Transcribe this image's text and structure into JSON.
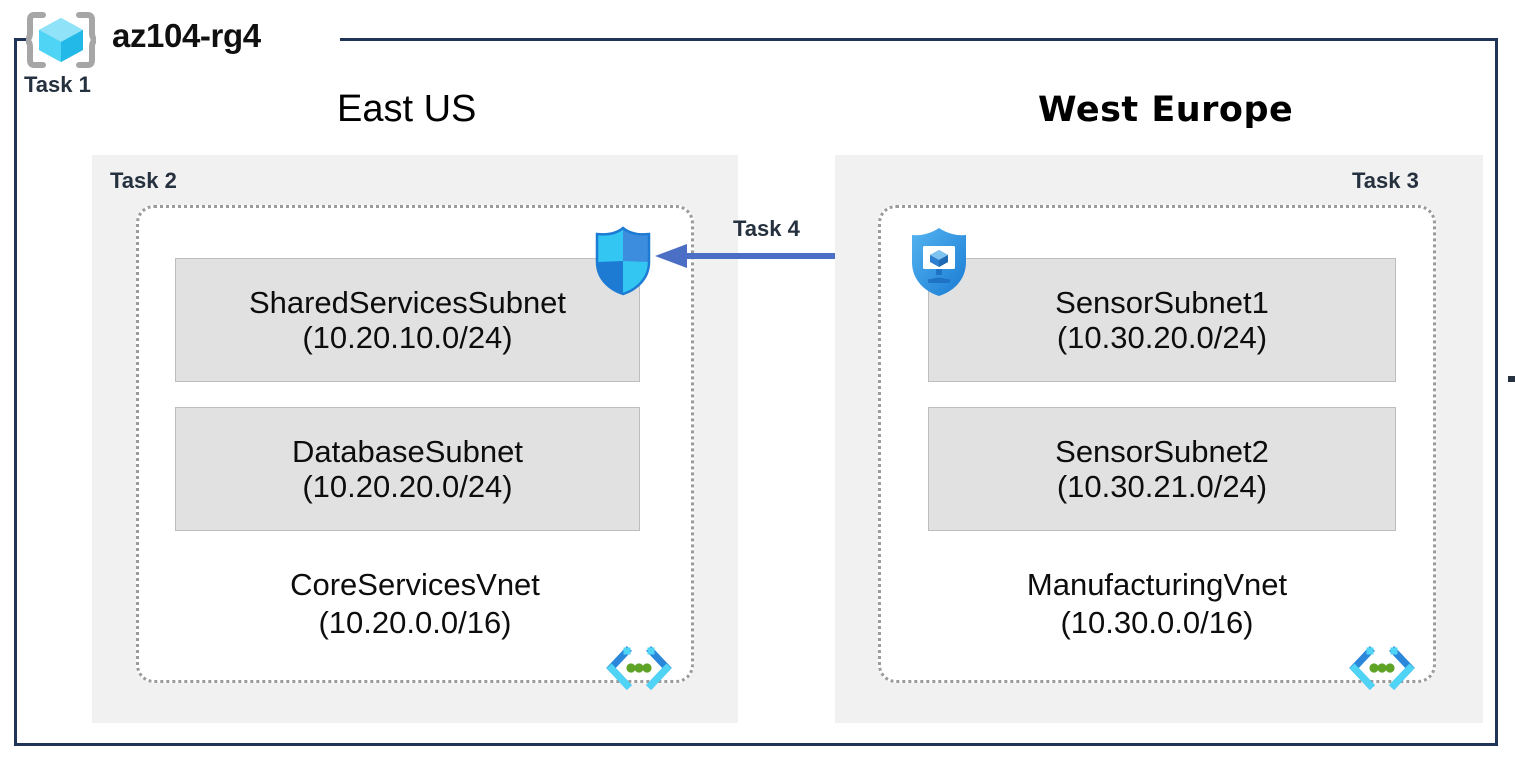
{
  "resource_group": {
    "name": "az104-rg4",
    "icon": "resource-group-cube-icon",
    "task_label": "Task 1",
    "border_color": "#1f3457"
  },
  "regions": [
    {
      "id": "east-us",
      "title": "East US",
      "task_label": "Task 2",
      "vnet": {
        "name": "CoreServicesVnet",
        "cidr": "(10.20.0.0/16)",
        "icon": "vnet-icon",
        "subnets": [
          {
            "name": "SharedServicesSubnet",
            "cidr": "(10.20.10.0/24)"
          },
          {
            "name": "DatabaseSubnet",
            "cidr": "(10.20.20.0/24)"
          }
        ]
      },
      "attached_icon": "network-security-group-shield-icon"
    },
    {
      "id": "west-europe",
      "title": "West Europe",
      "task_label": "Task 3",
      "vnet": {
        "name": "ManufacturingVnet",
        "cidr": "(10.30.0.0/16)",
        "icon": "vnet-icon",
        "subnets": [
          {
            "name": "SensorSubnet1",
            "cidr": "(10.30.20.0/24)"
          },
          {
            "name": "SensorSubnet2",
            "cidr": "(10.30.21.0/24)"
          }
        ]
      },
      "attached_icon": "bastion-shield-monitor-icon"
    }
  ],
  "connection": {
    "task_label": "Task 4",
    "direction": "right-to-left",
    "color": "#4a6fc4"
  },
  "colors": {
    "region_box": "#f1f1f1",
    "subnet_box": "#e1e1e1",
    "subnet_border": "#bdbdbd",
    "vnet_border": "#9b9b9b",
    "outer_border": "#1f3457",
    "task_text": "#26313f",
    "azure_cyan": "#32c8f0",
    "azure_blue": "#2b87d9",
    "vnet_green": "#5ea226"
  }
}
